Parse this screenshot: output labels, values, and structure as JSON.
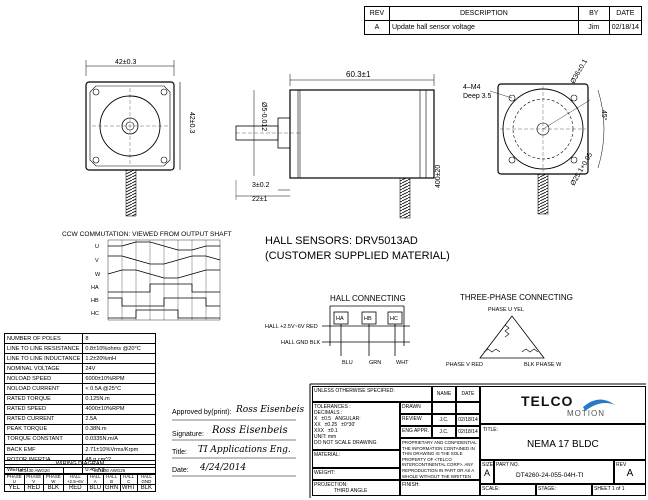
{
  "revision_block": {
    "headers": [
      "REV",
      "DESCRIPTION",
      "BY",
      "DATE"
    ],
    "row": {
      "rev": "A",
      "description": "Update hall sensor voltage",
      "by": "Jim",
      "date": "02/18/14"
    }
  },
  "dimensions": {
    "front_width": "42±0.3",
    "front_height": "42±0.3",
    "side_length": "60.3±1",
    "shaft_dia": "Ø5-0.012",
    "pilot_height": "3±0.2",
    "shaft_length": "22±1",
    "lead_length": "400±20",
    "holes": "4–M4",
    "hole_depth": "Deep 3.5",
    "bolt_circle": "Ø36±0.1",
    "angle": "45°",
    "pilot_dia": "Ø25.1+0.05"
  },
  "commutation": {
    "title": "CCW COMMUTATION: VIEWED FROM OUTPUT SHAFT",
    "signals": [
      "U",
      "V",
      "W",
      "HA",
      "HB",
      "HC"
    ]
  },
  "hall_sensors": {
    "line1": "HALL SENSORS:  DRV5013AD",
    "line2": "(CUSTOMER SUPPLIED MATERIAL)"
  },
  "hall_connecting": {
    "title": "HALL CONNECTING",
    "supply": "HALL +2.5V~6V RED",
    "gnd": "HALL GND BLK",
    "sensors": [
      "HA",
      "HB",
      "HC"
    ],
    "wires": [
      "BLU",
      "GRN",
      "WHT"
    ]
  },
  "three_phase": {
    "title": "THREE-PHASE CONNECTING",
    "phase_u": "PHASE U  YEL",
    "phase_v": "PHASE V  RED",
    "phase_w": "BLK  PHASE W"
  },
  "specs": [
    {
      "name": "NUMBER OF POLES",
      "value": "8"
    },
    {
      "name": "LINE TO LINE RESISTANCE",
      "value": "0.8±10%ohms @20°C"
    },
    {
      "name": "LINE TO LINE INDUCTANCE",
      "value": "1.2±20%mH"
    },
    {
      "name": "NOMINAL VOLTAGE",
      "value": "24V"
    },
    {
      "name": "NOLOAD SPEED",
      "value": "6000±10%RPM"
    },
    {
      "name": "NOLOAD CURRENT",
      "value": "< 0.5A @25°C"
    },
    {
      "name": "RATED TORQUE",
      "value": "0.125N.m"
    },
    {
      "name": "RATED SPEED",
      "value": "4000±10%RPM"
    },
    {
      "name": "RATED CURRENT",
      "value": "2.5A"
    },
    {
      "name": "PEAK TORQUE",
      "value": "0.38N.m"
    },
    {
      "name": "TORQUE CONSTANT",
      "value": "0.0335N.m/A"
    },
    {
      "name": "BACK EMF",
      "value": "2.71±10%Vrms/Krpm"
    },
    {
      "name": "ROTOR INERTIA",
      "value": "48 g.cm^2"
    },
    {
      "name": "WEIGHT",
      "value": "0.45 Kg"
    }
  ],
  "wiring": {
    "title": "WIRING DIAGRAM",
    "group1": "UL1430 AWG20",
    "group2": "UL1430 AWG26",
    "labels": [
      "PHASE U",
      "PHASE V",
      "PHASE W",
      "HALL +2.5~6V",
      "HALL A",
      "HALL B",
      "HALL C",
      "HALL GND"
    ],
    "colors": [
      "YEL",
      "RED",
      "BLK",
      "RED",
      "BLU",
      "GRN",
      "WHT",
      "BLK"
    ]
  },
  "approval": {
    "approved_label": "Approved by(print):",
    "approved_value": "Ross Eisenbeis",
    "signature_label": "Signature:",
    "signature_value": "Ross Eisenbeis",
    "title_label": "Title:",
    "title_value": "TI Applications Eng.",
    "date_label": "Date:",
    "date_value": "4/24/2014"
  },
  "title_block": {
    "unless": "UNLESS OTHERWISE SPECIFIED:",
    "name": "NAME",
    "date": "DATE",
    "tolerances": "TOLERANCES :",
    "decimals": "DECIMALS :",
    "tol_x": "X",
    "tol_x_v": "±0.5",
    "tol_xx": "XX",
    "tol_xx_v": "±0.25",
    "tol_xxx": "XXX",
    "tol_xxx_v": "±0.1",
    "angular": "ANGULAR:",
    "angular_v": "±0°30'",
    "units": "UNIT:  mm",
    "no_scale": "DO NOT SCALE DRAWING",
    "drawn": "DRAWN",
    "review": "REVIEW",
    "review_name": "J.C.",
    "review_date": "02/18/14",
    "eng": "ENG APPR.",
    "eng_name": "J.C.",
    "eng_date": "02/18/14",
    "proprietary": "PROPRIETARY AND CONFIDENTIAL THE INFORMATION CONTAINED IN THIS DRAWING IS THE SOLE PROPERTY OF <TELCO INTERCONTINENTAL CORP>. ANY REPRODUCTION IN PART OR AS A WHOLE WITHOUT THE WRITTEN PERMISSION OF <TELCO INTERCONTINENTAL CORP> IS PROHIBITED",
    "material": "MATERIAL:",
    "weight": "WEIGHT:",
    "finish": "FINISH:",
    "projection": "PROJECTION:",
    "third_angle": "THIRD ANGLE",
    "logo_top": "TELCO",
    "logo_bottom": "MOTION",
    "title_label": "TITLE:",
    "title": "NEMA 17 BLDC",
    "size_label": "SIZE",
    "size": "A",
    "part_label": "PART NO.",
    "part": "DT4260-24-055-04H-TI",
    "rev_label": "REV",
    "rev": "A",
    "scale": "SCALE:",
    "stage": "STAGE:",
    "sheet": "SHEET 1 of 1"
  }
}
